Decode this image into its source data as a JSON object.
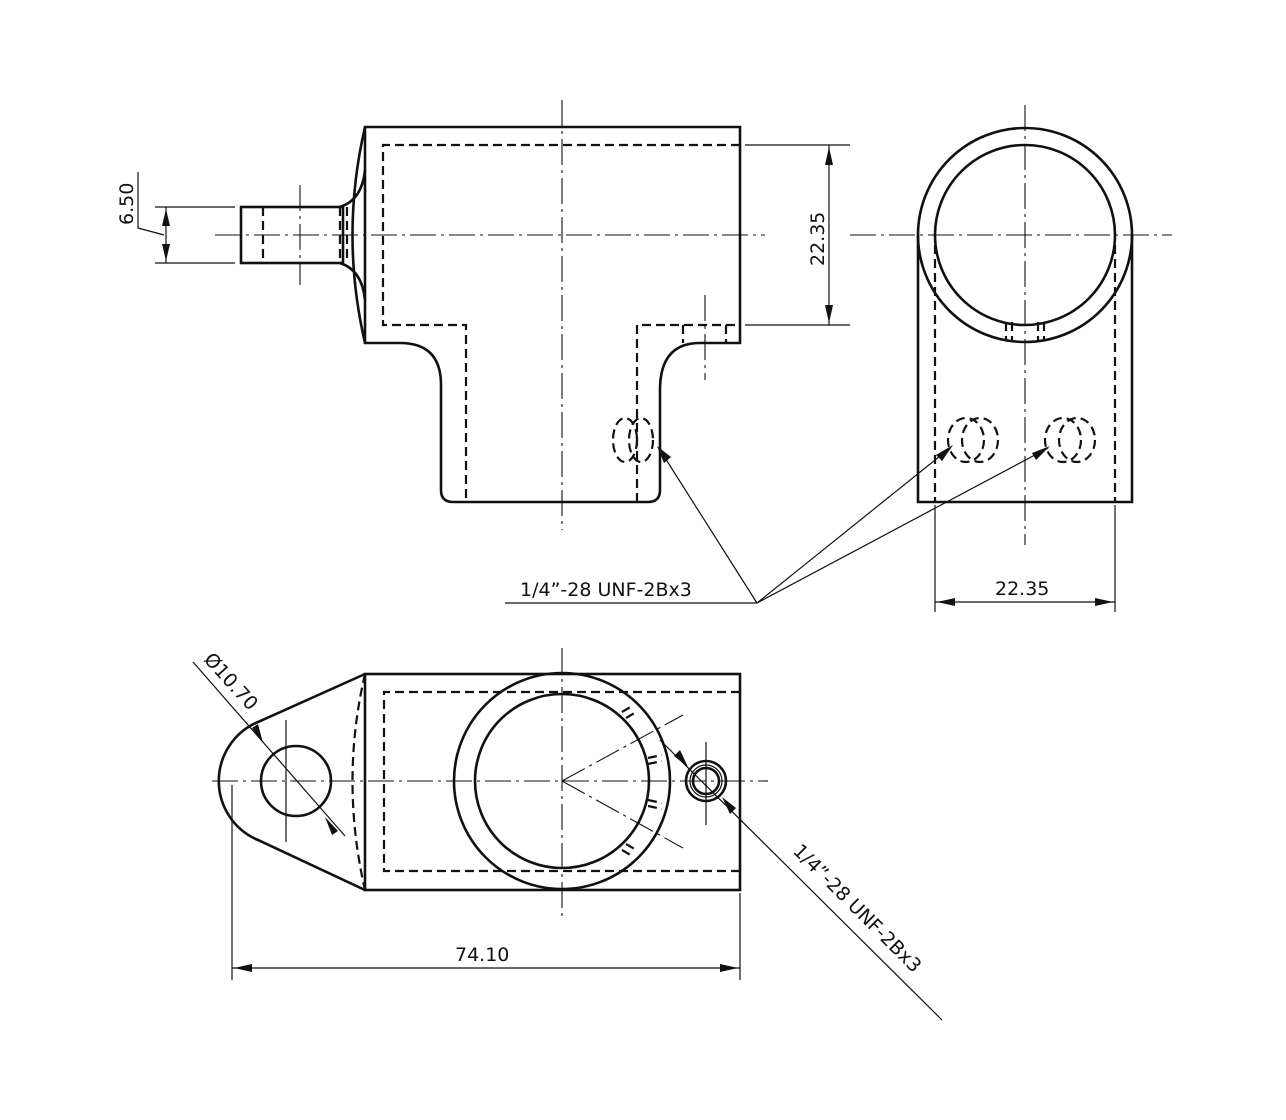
{
  "drawing": {
    "type": "technical-drawing",
    "views": [
      {
        "name": "front-view",
        "description": "T-shaped pipe fitting with side tab"
      },
      {
        "name": "side-view",
        "description": "Tube end view with two threaded holes"
      },
      {
        "name": "top-view",
        "description": "Plan view with mounting eye and tapped hole"
      }
    ],
    "dimensions": {
      "tab_height": "6.50",
      "bore_height": "22.35",
      "side_width": "22.35",
      "overall_length": "74.10",
      "eye_diameter": "Ø10.70"
    },
    "callouts": {
      "thread_front_side": "1/4”-28 UNF-2Bx3",
      "thread_top": "1/4”-28 UNF-2Bx3"
    }
  }
}
